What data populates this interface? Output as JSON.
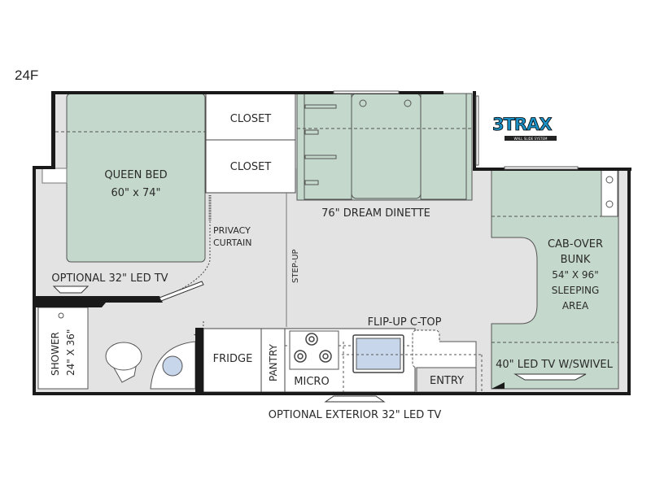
{
  "model": "24F",
  "logo": {
    "text": "3TRAX",
    "subtext": "WALL SLIDE SYSTEM",
    "color": "#1a8fc4"
  },
  "colors": {
    "bed_green": "#c4d8cc",
    "floor_gray": "#e3e3e3",
    "wall": "#1a1a1a",
    "sink_blue": "#c8d6ec"
  },
  "labels": {
    "queen_bed": "QUEEN BED",
    "queen_bed_size": "60\" x 74\"",
    "closet_1": "CLOSET",
    "closet_2": "CLOSET",
    "dinette": "76\" DREAM DINETTE",
    "privacy_1": "PRIVACY",
    "privacy_2": "CURTAIN",
    "step_up": "STEP-UP",
    "optional_tv": "OPTIONAL 32\" LED TV",
    "shower": "SHOWER",
    "shower_size": "24\" X 36\"",
    "fridge": "FRIDGE",
    "pantry": "PANTRY",
    "micro": "MICRO",
    "flip_up": "FLIP-UP C-TOP",
    "entry": "ENTRY",
    "cab_1": "CAB-OVER",
    "cab_2": "BUNK",
    "cab_3": "54\" X 96\"",
    "cab_4": "SLEEPING",
    "cab_5": "AREA",
    "led_tv": "40\" LED TV W/SWIVEL",
    "exterior_tv": "OPTIONAL EXTERIOR 32\" LED TV"
  }
}
